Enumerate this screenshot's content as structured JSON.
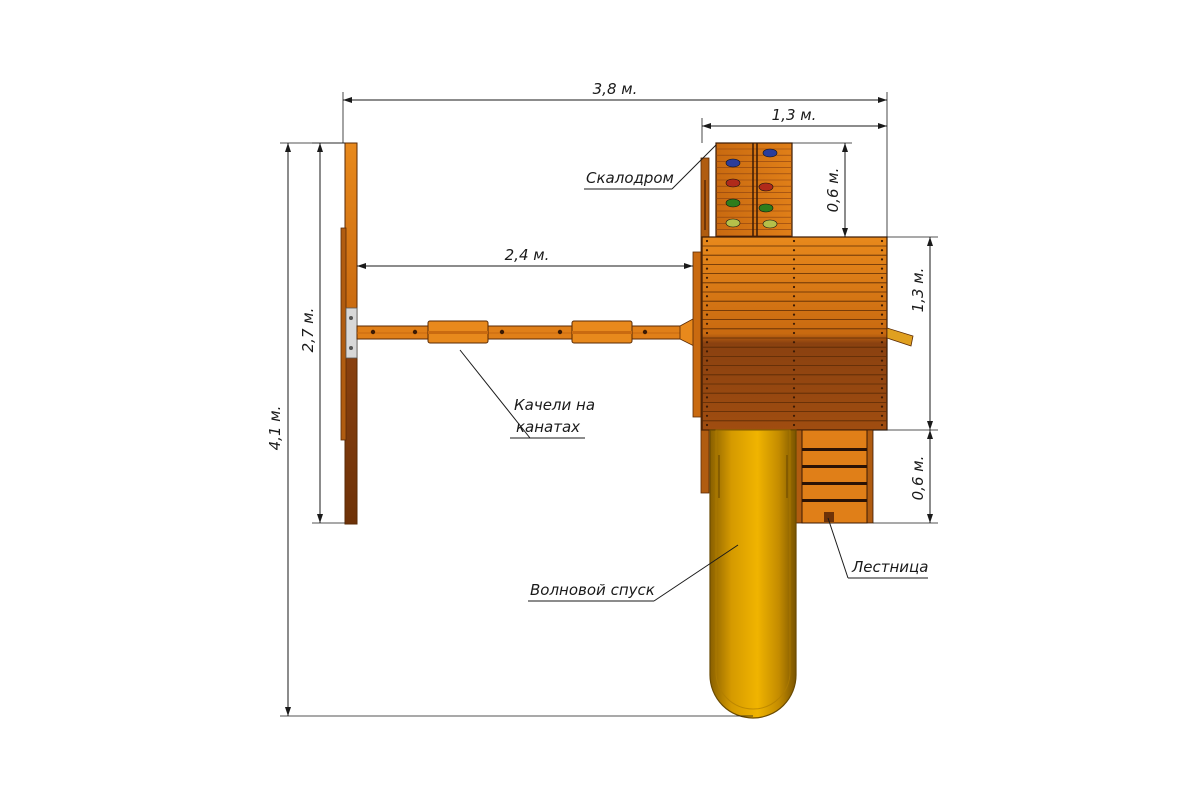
{
  "colors": {
    "wood_light": "#e8891c",
    "wood_mid": "#c96a10",
    "wood_dark": "#8a4110",
    "wood_shadow": "#6e3208",
    "slide_yellow": "#e0a500",
    "slide_dark": "#9a6e00",
    "line": "#1a1a1a",
    "background": "#ffffff"
  },
  "dimensions": {
    "total_width": "3,8 м.",
    "tower_width": "1,3 м.",
    "wall_depth": "0,6 м.",
    "beam_length": "2,4 м.",
    "tower_depth": "1,3 м.",
    "ladder_depth": "0,6 м.",
    "swing_frame": "2,7 м.",
    "total_length": "4,1 м."
  },
  "callouts": {
    "climbing_wall": "Скалодром",
    "swings_line1": "Качели на",
    "swings_line2": "канатах",
    "wave_slide": "Волновой спуск",
    "ladder": "Лестница"
  },
  "climbing_holds": [
    "blue-hold",
    "red-hold",
    "green-hold",
    "yellow-hold"
  ]
}
